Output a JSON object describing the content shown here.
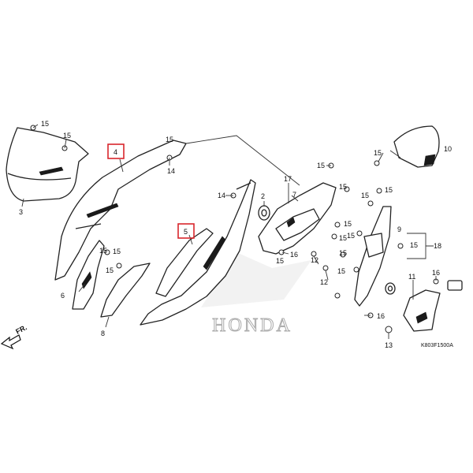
{
  "callouts": {
    "c2": "2",
    "c3": "3",
    "c4": "4",
    "c5": "5",
    "c6": "6",
    "c7": "7",
    "c8": "8",
    "c9": "9",
    "c10": "10",
    "c11": "11",
    "c12a": "12",
    "c12b": "12",
    "c13": "13",
    "c14a": "14",
    "c14b": "14",
    "c15a": "15",
    "c15b": "15",
    "c15c": "15",
    "c15d": "15",
    "c15e": "15",
    "c15f": "15",
    "c15g": "15",
    "c15h": "15",
    "c15i": "15",
    "c15j": "15",
    "c15k": "15",
    "c15l": "15",
    "c15m": "15",
    "c15n": "15",
    "c15o": "15",
    "c15p": "15",
    "c15q": "15",
    "c15r": "15",
    "c16a": "16",
    "c16b": "16",
    "c16c": "16",
    "c17": "17",
    "c18": "18"
  },
  "direction_label": "FR.",
  "watermark": "HONDA",
  "diagram_code": "K803F1500A",
  "highlight_color": "#d9262c"
}
